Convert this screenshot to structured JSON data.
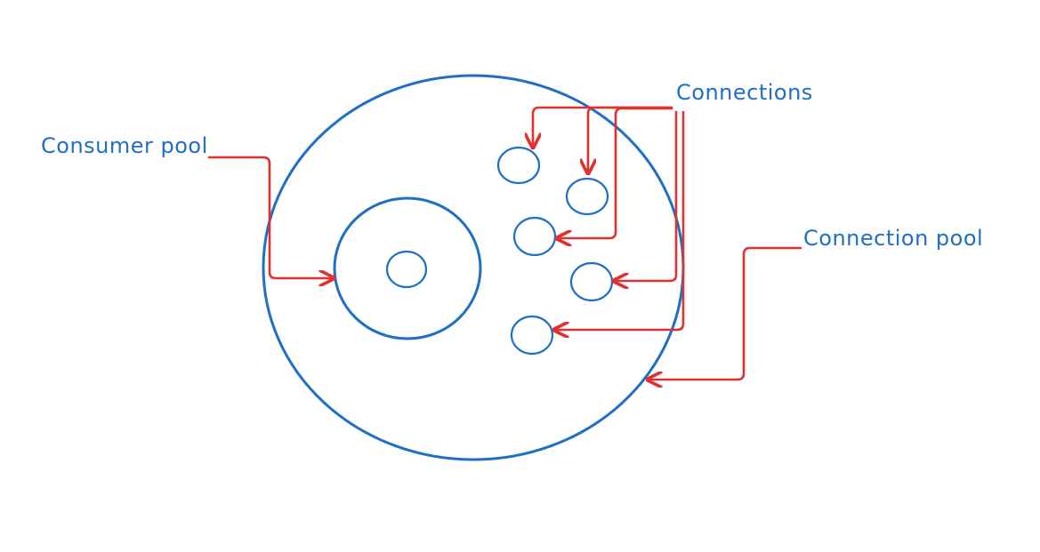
{
  "labels": {
    "connections": "Connections",
    "consumer_pool": "Consumer pool",
    "connection_pool": "Connection pool"
  },
  "colors": {
    "blue": "#1f6fc5",
    "red": "#e03131",
    "background": "#ffffff"
  }
}
